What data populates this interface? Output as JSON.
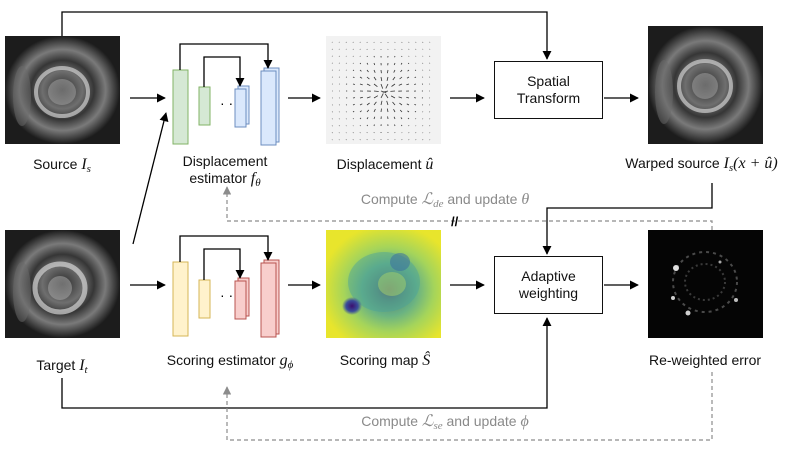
{
  "row1": {
    "source_label": "Source",
    "source_symbol": "I",
    "source_sub": "s",
    "displacement_estimator_line1": "Displacement",
    "displacement_estimator_line2": "estimator",
    "displacement_estimator_symbol": "f",
    "displacement_estimator_sub": "θ",
    "displacement_label": "Displacement",
    "displacement_symbol": "û",
    "spatial_transform_line1": "Spatial",
    "spatial_transform_line2": "Transform",
    "warped_label": "Warped source",
    "warped_symbol": "I",
    "warped_sub": "s",
    "warped_args": "(x + û)"
  },
  "row2": {
    "target_label": "Target",
    "target_symbol": "I",
    "target_sub": "t",
    "scoring_estimator_label": "Scoring estimator",
    "scoring_estimator_symbol": "g",
    "scoring_estimator_sub": "ϕ",
    "scoring_map_label": "Scoring map",
    "scoring_map_symbol": "Ŝ",
    "adaptive_line1": "Adaptive",
    "adaptive_line2": "weighting",
    "reweighted_label": "Re-weighted error"
  },
  "feedback": {
    "de_prefix": "Compute",
    "de_symbol": "ℒ",
    "de_sub": "de",
    "de_suffix": "and update",
    "de_param": "θ",
    "se_prefix": "Compute",
    "se_symbol": "ℒ",
    "se_sub": "se",
    "se_suffix": "and update",
    "se_param": "ϕ",
    "crossing_mark": "//"
  },
  "colors": {
    "green_fill": "#d5e8d4",
    "green_stroke": "#82b366",
    "blue_fill": "#dae8fc",
    "blue_stroke": "#6c8ebf",
    "yellow_fill": "#fff2cc",
    "yellow_stroke": "#d6b656",
    "red_fill": "#f8cecc",
    "red_stroke": "#b85450",
    "arrow": "#000000",
    "dashed": "#8c8c8c"
  }
}
